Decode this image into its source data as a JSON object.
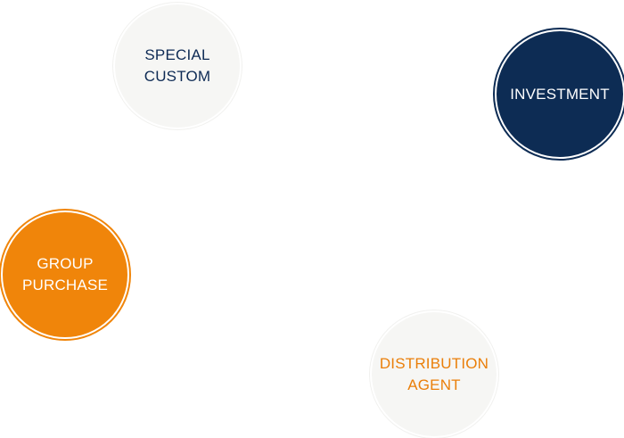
{
  "circles": {
    "special_custom": {
      "label": "SPECIAL\nCUSTOM"
    },
    "investment": {
      "label": "INVESTMENT"
    },
    "group_purchase": {
      "label": "GROUP\nPURCHASE"
    },
    "distribution_agent": {
      "label": "DISTRIBUTION\nAGENT"
    }
  },
  "colors": {
    "navy": "#0d2c54",
    "orange": "#f0850a",
    "light_grey": "#f6f6f4",
    "white": "#ffffff"
  }
}
